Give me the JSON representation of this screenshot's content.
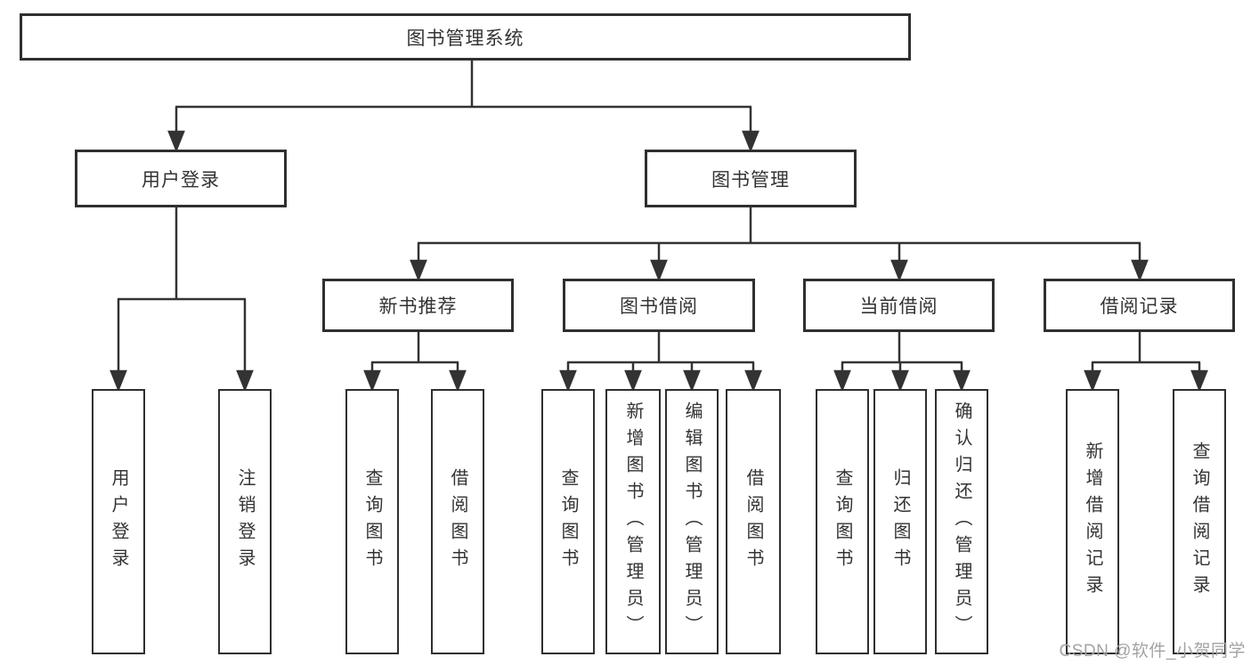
{
  "diagram": {
    "root": {
      "label": "图书管理系统"
    },
    "branches": {
      "user_login": {
        "label": "用户登录"
      },
      "book_management": {
        "label": "图书管理"
      }
    },
    "modules": {
      "new_book_recommend": {
        "label": "新书推荐"
      },
      "book_borrow": {
        "label": "图书借阅"
      },
      "current_borrow": {
        "label": "当前借阅"
      },
      "borrow_record": {
        "label": "借阅记录"
      }
    },
    "leaves": {
      "user_login": [
        "用户登录",
        "注销登录"
      ],
      "new_book_recommend": [
        "查询图书",
        "借阅图书"
      ],
      "book_borrow": [
        "查询图书",
        "新增图书（管理员）",
        "编辑图书（管理员）",
        "借阅图书"
      ],
      "current_borrow": [
        "查询图书",
        "归还图书",
        "确认归还（管理员）"
      ],
      "borrow_record": [
        "新增借阅记录",
        "查询借阅记录"
      ]
    }
  },
  "watermark": {
    "text": "CSDN @软件_小贺同学"
  },
  "colors": {
    "line": "#333333",
    "border": "#2f2f2f",
    "text": "#333333",
    "watermark": "#a3a3a3",
    "background": "#ffffff"
  }
}
